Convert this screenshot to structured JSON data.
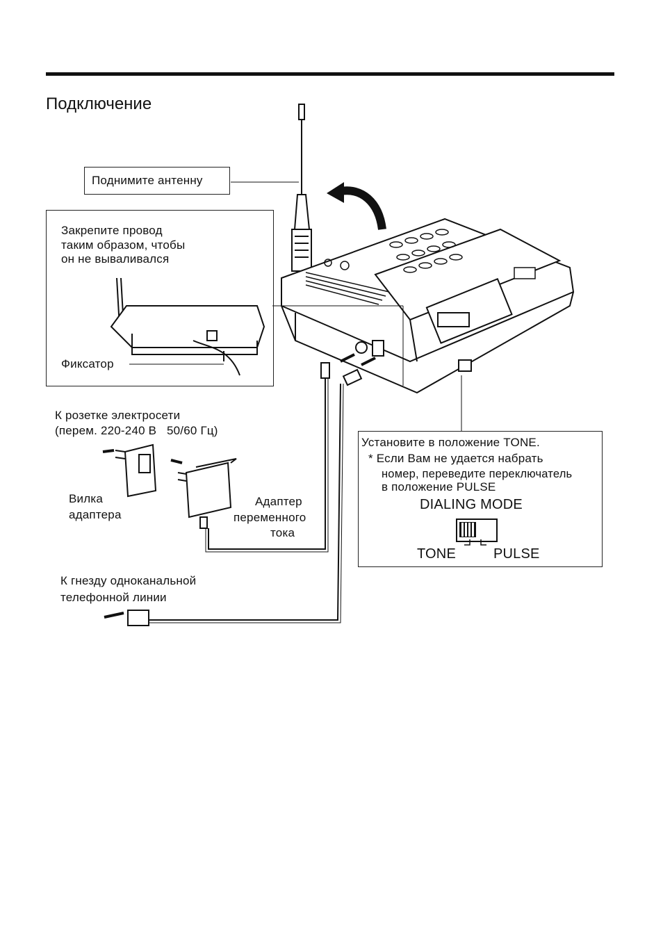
{
  "page": {
    "title": "Подключение"
  },
  "callouts": {
    "antenna": "Поднимите антенну",
    "fix_line1": "Закрепите провод",
    "fix_line2": "таким образом, чтобы",
    "fix_line3": "он не вываливался",
    "fixator": "Фиксатор",
    "outlet_line1": "К розетке электросети",
    "outlet_line2": "(перем. 220-240 В   50/60 Гц)",
    "plug_line1": "Вилка",
    "plug_line2": "адаптера",
    "adapter_line1": "Адаптер",
    "adapter_line2": "переменного",
    "adapter_line3": "тока",
    "jack_line1": "К гнезду одноканальной",
    "jack_line2": "телефонной линии"
  },
  "dialing": {
    "line1": "Установите в положение TONE.",
    "line2": "* Если Вам не удается набрать",
    "line3": "номер, переведите переключатель",
    "line4": "в положение PULSE",
    "mode_title": "DIALING MODE",
    "tone": "TONE",
    "pulse": "PULSE"
  },
  "icons": [
    "antenna-icon",
    "rotate-arrow-icon",
    "base-unit-icon",
    "ac-adapter-icon",
    "adapter-plug-icon",
    "phone-jack-icon",
    "dial-switch-icon"
  ]
}
